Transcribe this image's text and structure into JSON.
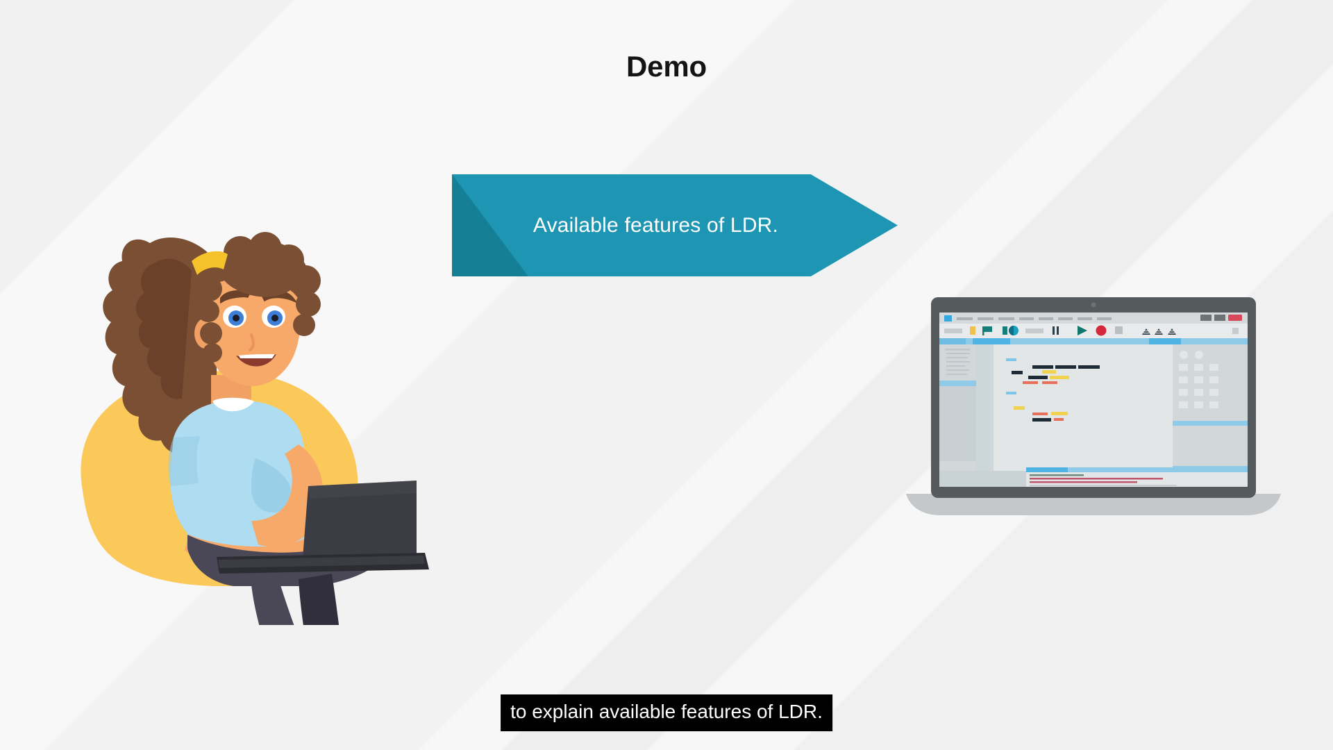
{
  "slide": {
    "title": "Demo",
    "background_color": "#f0f0f0"
  },
  "banner": {
    "label": "Available features of LDR.",
    "fill_color": "#1d95b3",
    "notch_color": "#157f95",
    "text_color": "#ffffff",
    "shape": "right-arrow-banner"
  },
  "caption": {
    "text": "to explain available features of LDR.",
    "background_color": "#000000",
    "text_color": "#ffffff"
  },
  "woman_illustration": {
    "name": "woman-on-beanbag-with-laptop",
    "colors": {
      "beanbag": "#fbc85a",
      "beanbag_shade": "#f7b944",
      "hair": "#7b4f34",
      "hair_dark": "#6b4129",
      "hair_tie": "#f5c22b",
      "skin": "#f7a96a",
      "skin_light": "#fbbe84",
      "shirt": "#aedcf0",
      "shirt_shade": "#96cde6",
      "collar": "#ffffff",
      "pants": "#4a4757",
      "pants_dark": "#322f3d",
      "shoes": "#ef3d6e",
      "laptop": "#3c3c44",
      "laptop_dark": "#2c2c33",
      "eyes": "#3d7fd6"
    }
  },
  "laptop_illustration": {
    "name": "laptop-showing-ide-application",
    "colors": {
      "bezel": "#555b5d",
      "base": "#c4c8ca",
      "screen_bg": "#e3e6e7",
      "menubar": "#d6d9db",
      "toolbar": "#e8eaeb",
      "accent_blue": "#4fb3e3",
      "accent_blue_light": "#8ecbe8",
      "sidebar": "#c9d3d6",
      "app_icon": "#36a9e1",
      "play_green": "#12766b",
      "record_red": "#d6283c",
      "close_red": "#d8475a",
      "code_black": "#1d2b36",
      "code_yellow": "#f2d34f",
      "code_red": "#e8705a",
      "code_blue": "#7ec6e8",
      "console_red": "#c0566b",
      "console_green": "#6f8a7e"
    },
    "screen": {
      "menu_items_count": 8,
      "toolbar_icons": [
        "app-icon",
        "yellow-square-icon",
        "teal-flag-icon",
        "teal-shape-icon",
        "pie-chart-icon",
        "pause-icon",
        "play-icon",
        "record-icon",
        "stop-icon",
        "align-icon-1",
        "align-icon-2",
        "align-icon-3"
      ],
      "window_controls": [
        "minimize",
        "maximize",
        "close"
      ]
    }
  }
}
